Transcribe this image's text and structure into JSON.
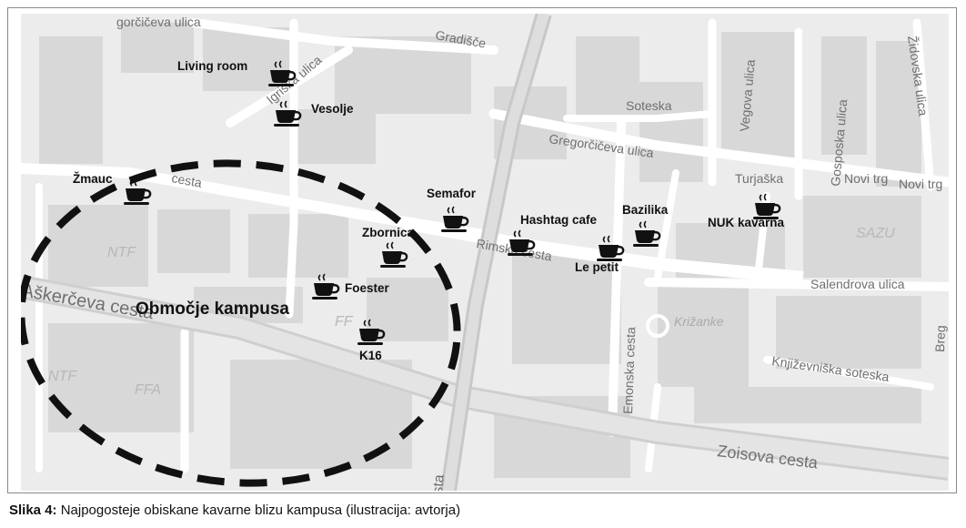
{
  "colors": {
    "map_background": "#ededed",
    "block": "#d9d9d9",
    "road": "#ffffff",
    "main_road": "#c9c9c9",
    "ellipse": "#111111"
  },
  "map": {
    "campus_label": "Območje kampusa",
    "streets": {
      "gorcevca": "gorčičeva ulica",
      "gradisce": "Gradišče",
      "igriska": "Igriška ulica",
      "cesta": "cesta",
      "soteska": "Soteska",
      "gregorciceva": "Gregorčičeva ulica",
      "vegova": "Vegova ulica",
      "zidovska": "Židovska ulica",
      "gosposka": "Gosposka ulica",
      "turjaska": "Turjaška",
      "novitrg1": "Novi trg",
      "novitrg2": "Novi trg",
      "rimska": "Rimska cesta",
      "askerceva": "Aškerčeva cesta",
      "emonska": "Emonska cesta",
      "salendrova": "Salendrova ulica",
      "krizanke": "Križanke",
      "knjizevniska": "Književniška soteska",
      "zoisova": "Zoisova cesta",
      "breg": "Breg",
      "sta": "sta"
    },
    "areas": {
      "ntf1": "NTF",
      "ntf2": "NTF",
      "ffa": "FFA",
      "ff": "FF",
      "sazu": "SAZU"
    },
    "cafes": {
      "living_room": "Living room",
      "vesolje": "Vesolje",
      "zmauc": "Žmauc",
      "semafor": "Semafor",
      "zbornica": "Zbornica",
      "foester": "Foester",
      "k16": "K16",
      "hashtag": "Hashtag cafe",
      "bazilika": "Bazilika",
      "le_petit": "Le petit",
      "nuk": "NUK kavarna"
    }
  },
  "caption": {
    "label": "Slika 4:",
    "text": " Najpogosteje obiskane kavarne blizu kampusa (ilustracija: avtorja)"
  }
}
